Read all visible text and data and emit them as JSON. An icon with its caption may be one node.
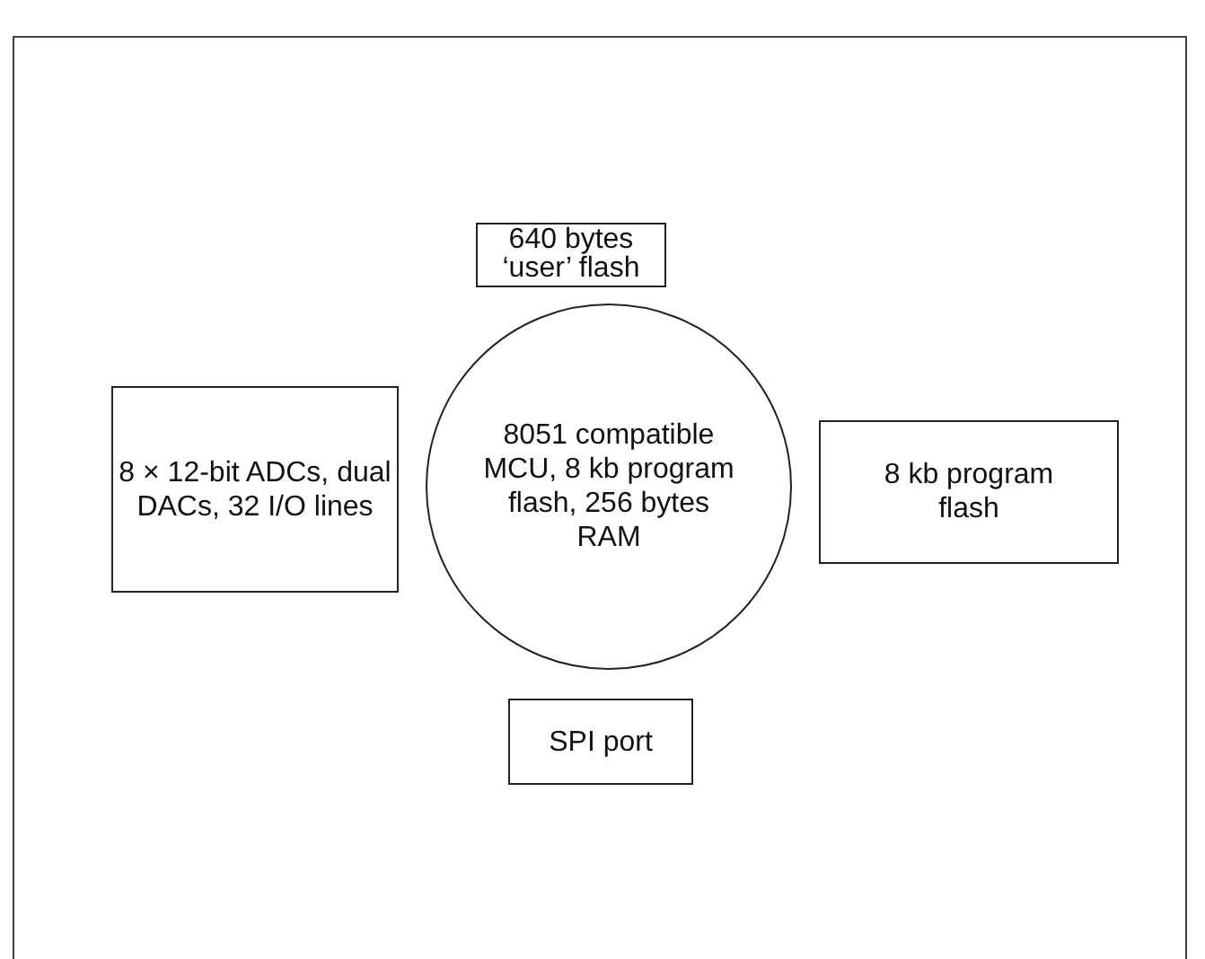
{
  "diagram": {
    "nodes": [
      {
        "text": [
          "640 bytes ‘user’ flash"
        ]
      },
      {
        "text": [
          "8 × 12-bit ADCs, dual DACs, 32 I/O lines"
        ]
      },
      {
        "text": [
          "8051 compatible MCU, 8 kb program flash, 256 bytes RAM"
        ]
      },
      {
        "text": [
          "8 kb program flash"
        ]
      },
      {
        "text": [
          "SPI port"
        ]
      }
    ]
  }
}
